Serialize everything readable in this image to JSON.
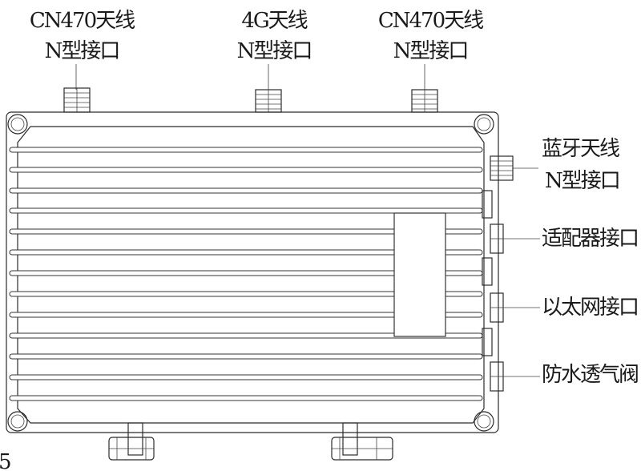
{
  "labels": {
    "top_left_line1": "CN470天线",
    "top_left_line2": "N型接口",
    "top_mid_line1": "4G天线",
    "top_mid_line2": "N型接口",
    "top_right_line1": "CN470天线",
    "top_right_line2": "N型接口",
    "bluetooth_line1": "蓝牙天线",
    "bluetooth_line2": "N型接口",
    "adapter": "适配器接口",
    "ethernet": "以太网接口",
    "vent": "防水透气阀",
    "corner_mark": "5"
  }
}
